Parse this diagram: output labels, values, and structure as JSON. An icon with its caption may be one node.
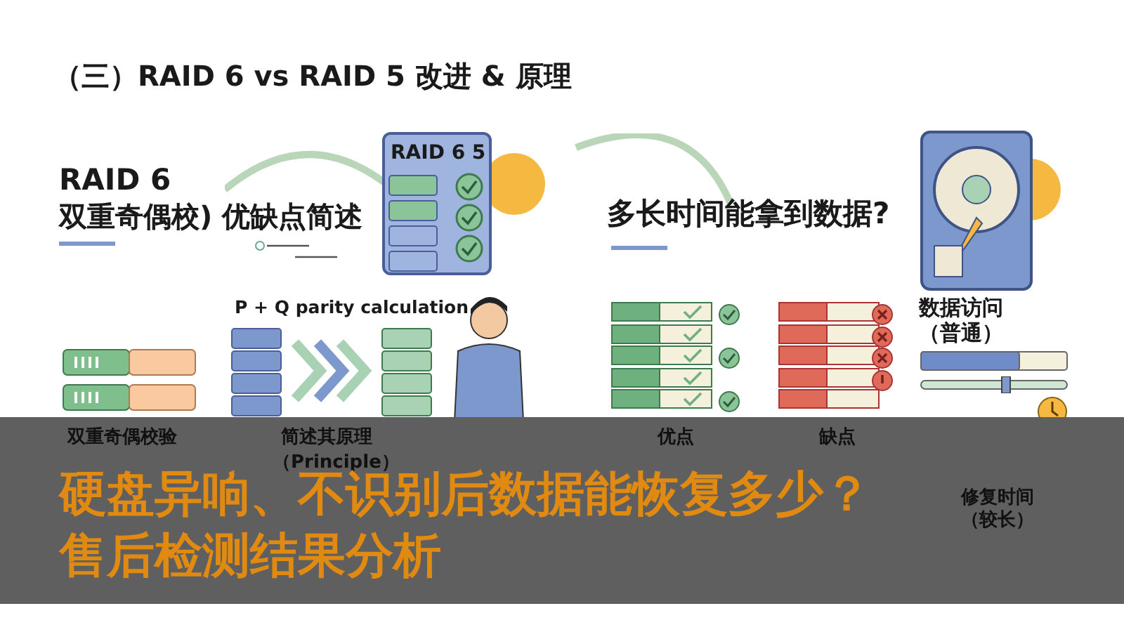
{
  "diagram": {
    "title": "（三）RAID 6 vs RAID 5 改进 & 原理",
    "caption": "硬盘异响、不识别后数据能恢复多少？售后检测结果分析",
    "nodes": [
      {
        "text": [
          "RAID 6 5"
        ]
      }
    ],
    "labels": [
      "RAID 6",
      "双重奇偶校) 优缺点简述",
      "多长时间能拿到数据?",
      "P + Q parity calculation",
      "数据访问（普通）",
      "双重奇偶校验",
      "简述其原理",
      "（Principle）",
      "优点",
      "缺点",
      "修复时间（较长）"
    ]
  }
}
